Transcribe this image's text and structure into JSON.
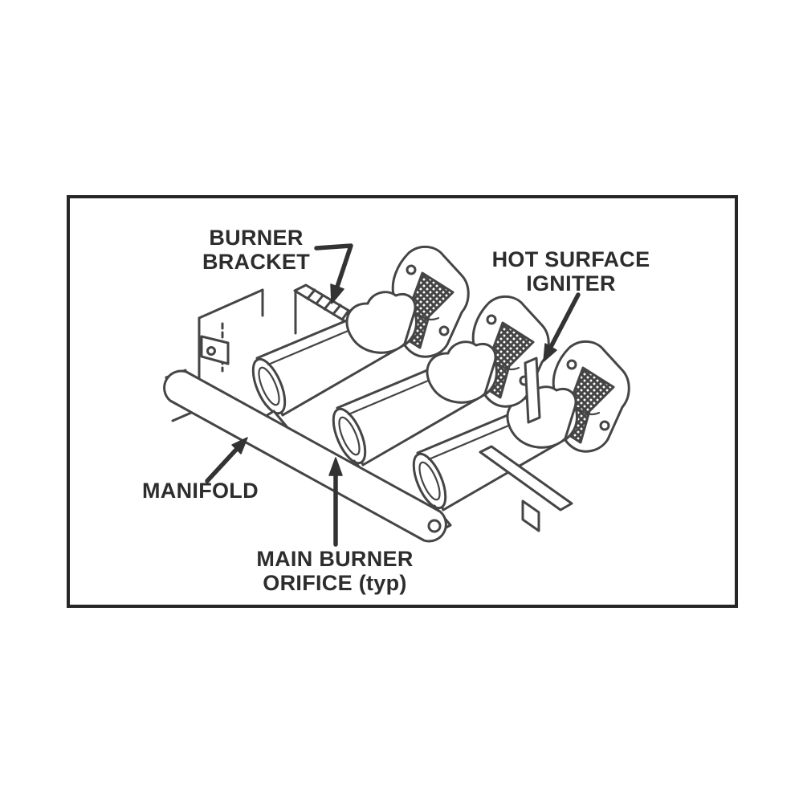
{
  "diagram": {
    "labels": {
      "burner_bracket": {
        "line1": "BURNER",
        "line2": "BRACKET"
      },
      "hot_surface_igniter": {
        "line1": "HOT SURFACE",
        "line2": "IGNITER"
      },
      "manifold": {
        "text": "MANIFOLD"
      },
      "main_burner_orifice": {
        "line1": "MAIN BURNER",
        "line2": "ORIFICE (typ)"
      }
    },
    "colors": {
      "ink": "#454545",
      "label_text": "#2d2d2d",
      "border": "#262626",
      "background": "#ffffff"
    }
  }
}
